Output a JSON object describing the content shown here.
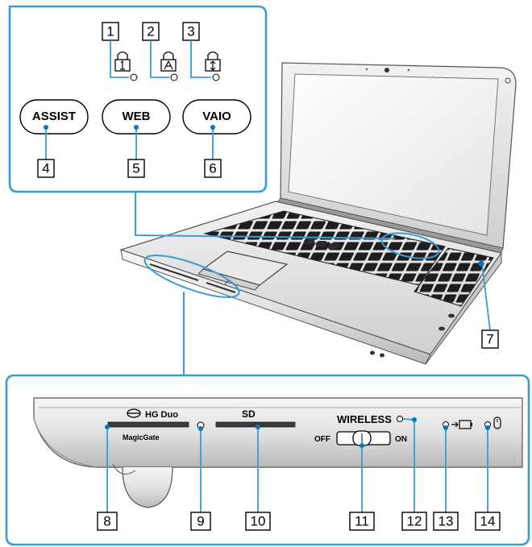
{
  "callouts": [
    "1",
    "2",
    "3",
    "4",
    "5",
    "6",
    "7",
    "8",
    "9",
    "10",
    "11",
    "12",
    "13",
    "14"
  ],
  "buttons": {
    "assist": "ASSIST",
    "web": "WEB",
    "vaio": "VAIO"
  },
  "slot_labels": {
    "hg_duo": "HG Duo",
    "magicgate": "MagicGate",
    "sd": "SD",
    "wireless": "WIRELESS",
    "off": "OFF",
    "on": "ON"
  },
  "colors": {
    "callout_box_stroke": "#000000",
    "frame_blue": "#3a9bd5",
    "indicator_dot": "#0a74c4"
  },
  "icons": {
    "num_lock": "num-lock-icon",
    "caps_lock": "caps-lock-icon",
    "scroll_lock": "scroll-lock-icon",
    "memory_stick": "memory-stick-icon",
    "battery": "battery-charge-icon",
    "disk": "disk-drive-icon"
  }
}
